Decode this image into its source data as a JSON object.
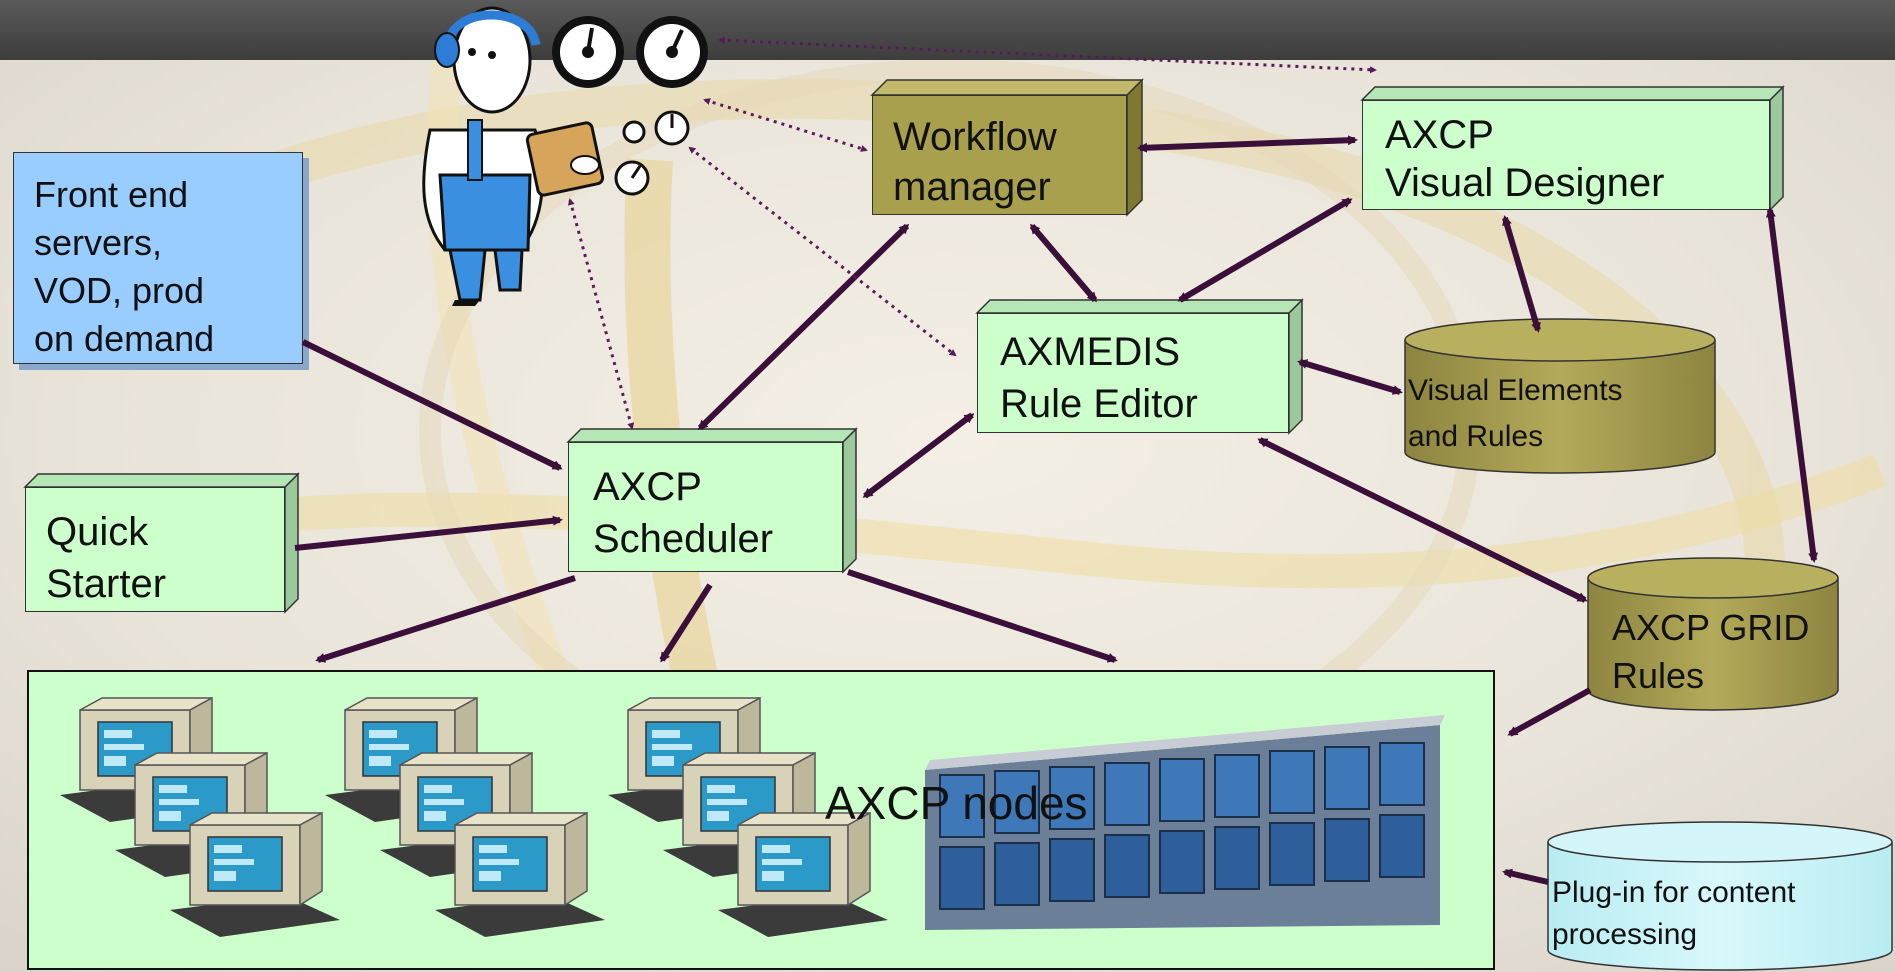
{
  "diagram": {
    "front_end": "Front end servers, VOD, prod on demand",
    "front_end_lines": [
      "Front end",
      "servers,",
      "VOD, prod",
      "on demand"
    ],
    "quick_starter_lines": [
      "Quick",
      "Starter"
    ],
    "scheduler_lines": [
      "AXCP",
      "Scheduler"
    ],
    "workflow_lines": [
      "Workflow",
      "manager"
    ],
    "rule_editor_lines": [
      "AXMEDIS",
      "Rule Editor"
    ],
    "visual_designer_lines": [
      "AXCP",
      "Visual Designer"
    ],
    "visual_elements_lines": [
      "Visual Elements",
      "and Rules"
    ],
    "grid_rules_lines": [
      "AXCP GRID",
      "Rules"
    ],
    "plugin_lines": [
      "Plug-in for content",
      "processing"
    ],
    "nodes_label": "AXCP nodes"
  },
  "colors": {
    "box_green": "#ccffcc",
    "box_olive": "#a9a04e",
    "box_blue": "#99ccff",
    "arrow": "#3a0f3a",
    "dotted": "#5a1a5a",
    "header": "#444444"
  }
}
